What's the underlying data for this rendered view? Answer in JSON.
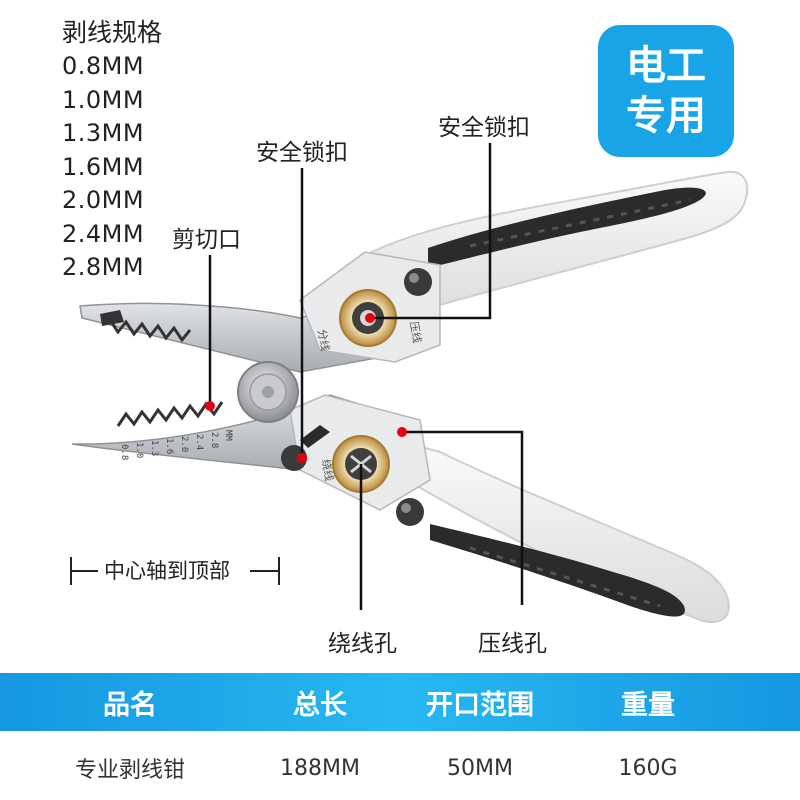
{
  "spec": {
    "title": "剥线规格",
    "sizes": [
      "0.8MM",
      "1.0MM",
      "1.3MM",
      "1.6MM",
      "2.0MM",
      "2.4MM",
      "2.8MM"
    ]
  },
  "badge": {
    "line1": "电工",
    "line2": "专用"
  },
  "callouts": {
    "safety_lock_left": "安全锁扣",
    "safety_lock_right": "安全锁扣",
    "cutting_edge": "剪切口",
    "winding_hole": "绕线孔",
    "crimping_hole": "压线孔",
    "center_axis": "中心轴到顶部"
  },
  "tool_labels": {
    "blade_sizes": [
      "0.8",
      "1.0",
      "1.3",
      "1.6",
      "2.0",
      "2.4",
      "2.8"
    ],
    "blade_unit": "MM",
    "upper_left_mark": "分线",
    "upper_right_mark": "压线",
    "lower_mark": "绕线"
  },
  "colors": {
    "accent_blue": "#1aa4e8",
    "handle_white": "#f2f2f2",
    "grip_black": "#2b2b2b",
    "steel": "#c9ccd0",
    "brass": "#d7b06a",
    "marker_red": "#e60012"
  },
  "table": {
    "headers": [
      "品名",
      "总长",
      "开口范围",
      "重量"
    ],
    "rows": [
      [
        "专业剥线钳",
        "188MM",
        "50MM",
        "160G"
      ]
    ]
  }
}
